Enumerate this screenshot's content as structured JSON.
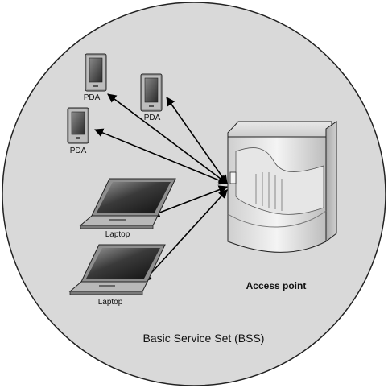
{
  "diagram": {
    "caption": "Basic Service Set (BSS)",
    "access_point_label": "Access point",
    "devices": [
      {
        "kind": "pda",
        "label": "PDA"
      },
      {
        "kind": "pda",
        "label": "PDA"
      },
      {
        "kind": "pda",
        "label": "PDA"
      },
      {
        "kind": "laptop",
        "label": "Laptop"
      },
      {
        "kind": "laptop",
        "label": "Laptop"
      }
    ],
    "colors": {
      "circle_fill": "#d9d9d9",
      "circle_stroke": "#222222",
      "arrow": "#000000"
    }
  }
}
